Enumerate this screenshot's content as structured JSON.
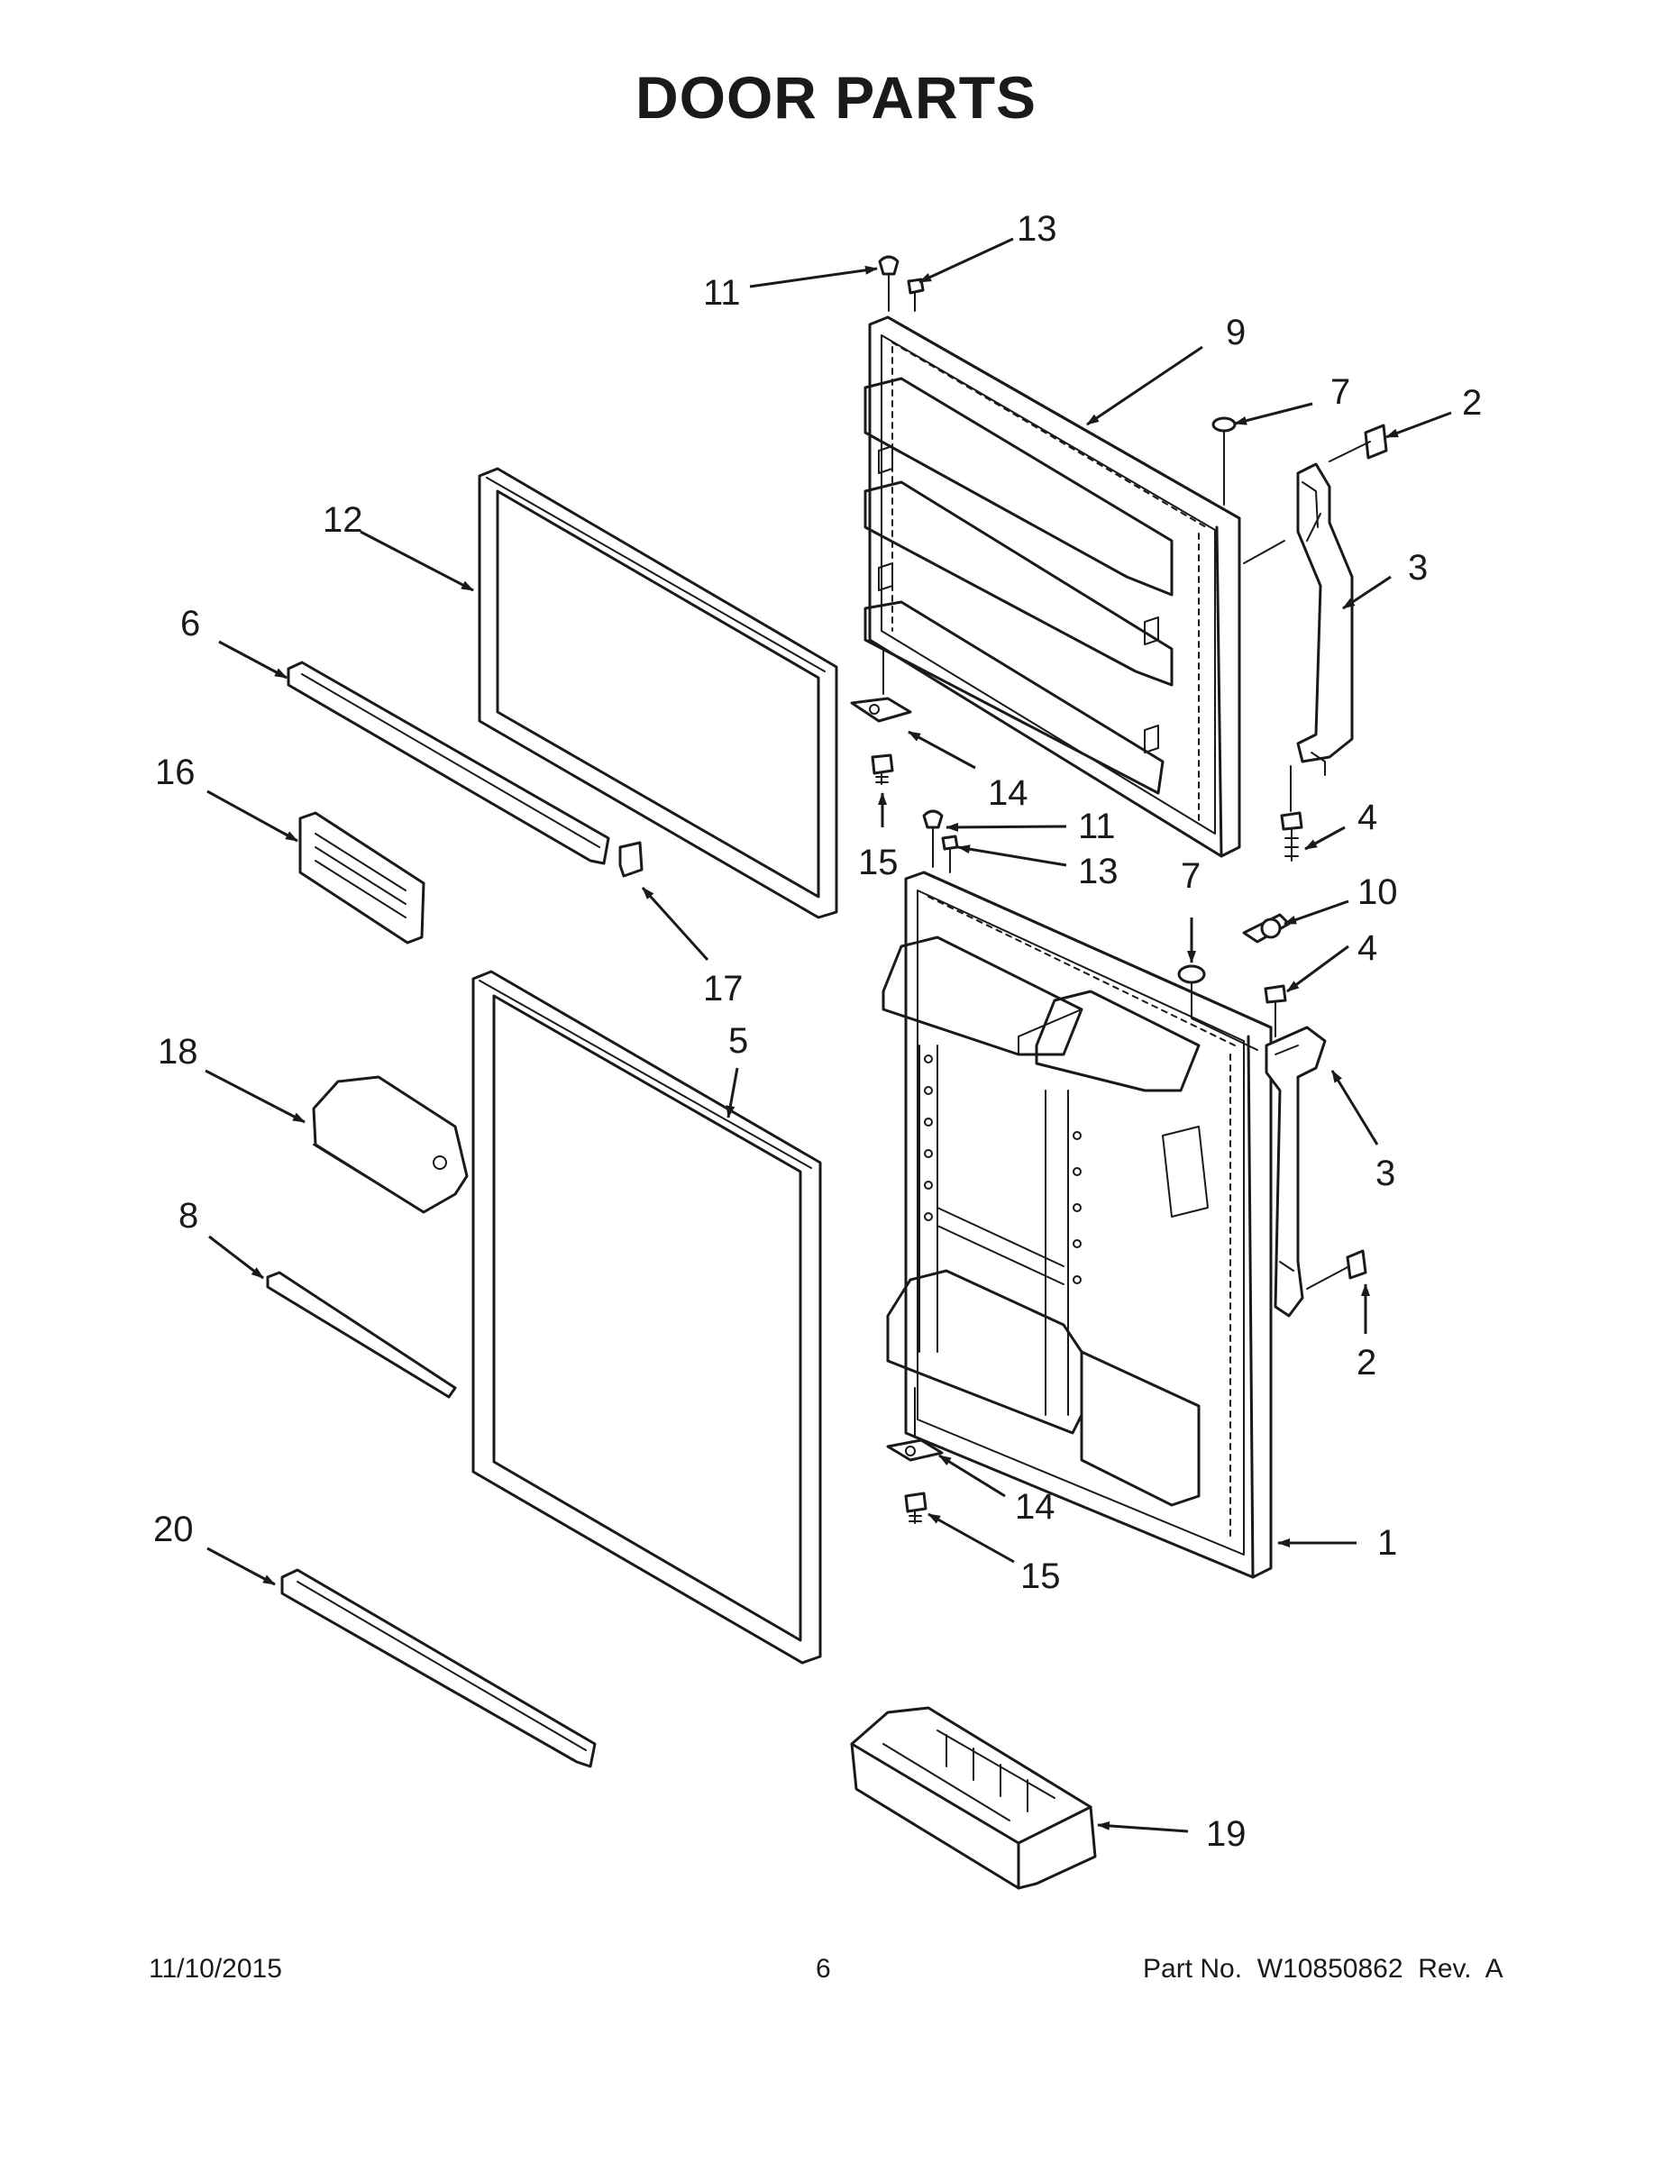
{
  "page": {
    "title": "DOOR PARTS"
  },
  "callouts": [
    {
      "id": "c11a",
      "label": "11"
    },
    {
      "id": "c13a",
      "label": "13"
    },
    {
      "id": "c9",
      "label": "9"
    },
    {
      "id": "c7a",
      "label": "7"
    },
    {
      "id": "c2a",
      "label": "2"
    },
    {
      "id": "c3a",
      "label": "3"
    },
    {
      "id": "c12",
      "label": "12"
    },
    {
      "id": "c6",
      "label": "6"
    },
    {
      "id": "c16",
      "label": "16"
    },
    {
      "id": "c14a",
      "label": "14"
    },
    {
      "id": "c15a",
      "label": "15"
    },
    {
      "id": "c4a",
      "label": "4"
    },
    {
      "id": "c11b",
      "label": "11"
    },
    {
      "id": "c13b",
      "label": "13"
    },
    {
      "id": "c7b",
      "label": "7"
    },
    {
      "id": "c10",
      "label": "10"
    },
    {
      "id": "c4b",
      "label": "4"
    },
    {
      "id": "c17",
      "label": "17"
    },
    {
      "id": "c18",
      "label": "18"
    },
    {
      "id": "c5",
      "label": "5"
    },
    {
      "id": "c3b",
      "label": "3"
    },
    {
      "id": "c8",
      "label": "8"
    },
    {
      "id": "c2b",
      "label": "2"
    },
    {
      "id": "c14b",
      "label": "14"
    },
    {
      "id": "c15b",
      "label": "15"
    },
    {
      "id": "c1",
      "label": "1"
    },
    {
      "id": "c20",
      "label": "20"
    },
    {
      "id": "c19",
      "label": "19"
    }
  ],
  "footer": {
    "date": "11/10/2015",
    "page_number": "6",
    "part_label": "Part No.",
    "part_number": "W10850862",
    "revision": "Rev.  A"
  }
}
